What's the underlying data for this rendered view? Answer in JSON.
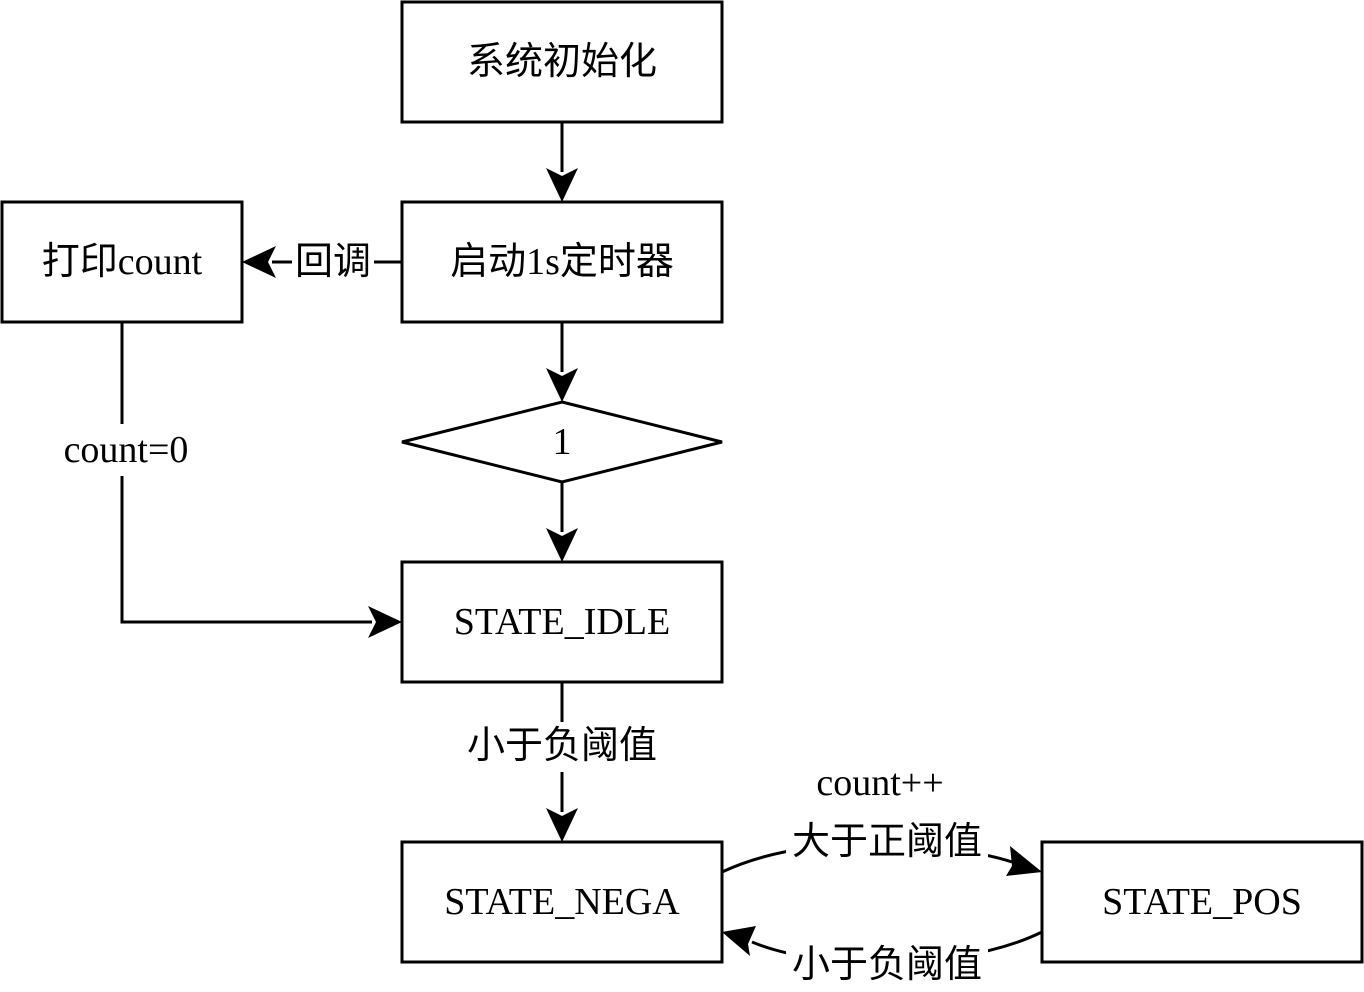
{
  "nodes": {
    "init": "系统初始化",
    "start_timer": "启动1s定时器",
    "print_count": "打印count",
    "decision": "1",
    "state_idle": "STATE_IDLE",
    "state_nega": "STATE_NEGA",
    "state_pos": "STATE_POS"
  },
  "edges": {
    "callback": "回调",
    "reset_count": "count=0",
    "idle_to_nega": "小于负阈值",
    "nega_to_pos_action": "count++",
    "nega_to_pos": "大于正阈值",
    "pos_to_nega": "小于负阈值"
  }
}
